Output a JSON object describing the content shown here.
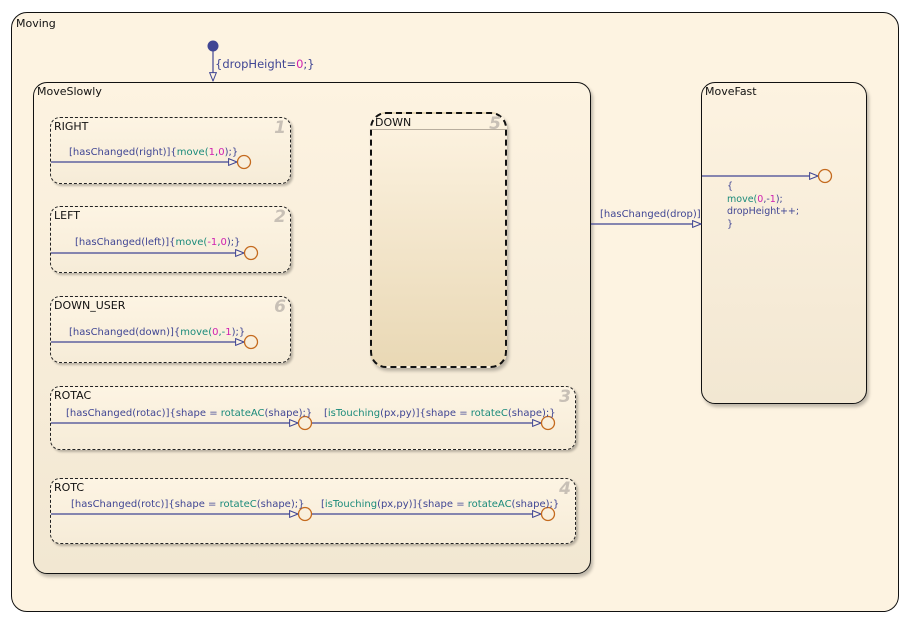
{
  "chart": {
    "root_state": "Moving",
    "default_transition": {
      "action_open": "{dropHeight=",
      "value": "0",
      "action_close": ";}"
    },
    "superstates": [
      {
        "name": "MoveSlowly"
      },
      {
        "name": "MoveFast"
      }
    ],
    "substates": [
      {
        "name": "RIGHT",
        "order": "1"
      },
      {
        "name": "LEFT",
        "order": "2"
      },
      {
        "name": "DOWN_USER",
        "order": "6"
      },
      {
        "name": "ROTAC",
        "order": "3"
      },
      {
        "name": "ROTC",
        "order": "4"
      },
      {
        "name": "DOWN",
        "order": "5"
      }
    ],
    "transitions": {
      "right": {
        "guard": "[hasChanged(right)]{",
        "fn": "move",
        "args_open": "(",
        "a1": "1",
        "sep": ",",
        "a2": "0",
        "close": ");}"
      },
      "left": {
        "guard": "[hasChanged(left)]{",
        "fn": "move",
        "args_open": "(",
        "a1": "-1",
        "sep": ",",
        "a2": "0",
        "close": ");}"
      },
      "down_user": {
        "guard": "[hasChanged(down)]{",
        "fn": "move",
        "args_open": "(",
        "a1": "0",
        "sep": ",-",
        "a2": "1",
        "close": ");}"
      },
      "rotac_1": {
        "guard": "[hasChanged(rotac)]{shape = ",
        "fn": "rotateAC",
        "rest": "(shape);}"
      },
      "rotac_2": {
        "guard_fn": "isTouching",
        "guard": "(px,py)]{shape = ",
        "fn": "rotateC",
        "rest": "(shape);}"
      },
      "rotc_1": {
        "guard": "[hasChanged(rotc)]{shape = ",
        "fn": "rotateC",
        "rest": "(shape);}"
      },
      "rotc_2": {
        "guard_fn": "isTouching",
        "guard": "(px,py)]{shape = ",
        "fn": "rotateAC",
        "rest": "(shape);}"
      },
      "to_movefast": {
        "guard": "[hasChanged(drop)]"
      },
      "movefast_entry": {
        "open": "{",
        "fn": "move",
        "args_open": "(",
        "a1": "0",
        "sep": ",-",
        "a2": "1",
        "args_close": ");",
        "line2": "dropHeight++;",
        "close": "}"
      }
    }
  }
}
